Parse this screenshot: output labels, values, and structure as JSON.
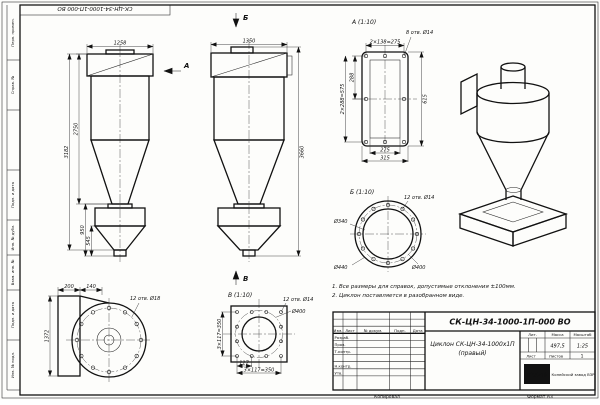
{
  "sheet": {
    "stamp_top": "СК-ЦН-34-1000-1П-000 ВО",
    "margin_labels": [
      "Перв. примен.",
      "Справ. №",
      "Подп. и дата",
      "Инв. № дубл.",
      "Взам. инв. №",
      "Подп. и дата",
      "Инв. № подл."
    ],
    "footer": {
      "kopiroval": "Копировал",
      "format": "Формат А3"
    }
  },
  "views": {
    "front": {
      "dim_width": "1258",
      "dim_h_body": "2750",
      "dim_h_total": "3182",
      "dim_hopper": "950",
      "dim_cone": "545"
    },
    "side": {
      "dim_width": "1350",
      "dim_height": "3660"
    },
    "arrows": {
      "a": "А",
      "b": "Б",
      "v": "В"
    },
    "detail_a": {
      "title": "А (1:10)",
      "dim_top": "2×138=275",
      "holes": "8 отв. Ø14",
      "dim_left_1": "288",
      "dim_left_2": "2×288=575",
      "dim_right": "615",
      "dim_bottom_1": "275",
      "dim_bottom_2": "315"
    },
    "detail_b": {
      "title": "Б (1:10)",
      "holes": "12 отв. Ø14",
      "dia_inner": "Ø340",
      "dia_outer": "Ø440",
      "dia_bolt": "Ø400"
    },
    "view_v": {
      "title": "В (1:10)",
      "holes": "12 отв. Ø14",
      "dia_bolt": "Ø400",
      "dim_left": "3×117=350",
      "dim_bottom_1": "117",
      "dim_bottom_2": "3×117=350"
    },
    "volute": {
      "dim_1": "200",
      "dim_2": "140",
      "holes": "12 отв. Ø18",
      "dim_height": "1372"
    }
  },
  "notes": {
    "line1": "1. Все размеры для справок, допустимые отклонения ±100мм.",
    "line2": "2. Циклон поставляется в разобранном виде."
  },
  "title_block": {
    "doc_number": "СК-ЦН-34-1000-1П-000 ВО",
    "product_name_1": "Циклон СК-ЦН-34-1000х1П",
    "product_name_2": "(правый)",
    "col_izm": "Изм.",
    "col_list": "Лист",
    "col_doc": "№ докум.",
    "col_podp": "Подп.",
    "col_data": "Дата",
    "row_razrab": "Разраб.",
    "row_prov": "Пров.",
    "row_tkontr": "Т.контр.",
    "row_nkontr": "Н.контр.",
    "row_utv": "Утв.",
    "h_lit": "Лит.",
    "h_mass": "Масса",
    "h_scale": "Масштаб",
    "mass": "497,5",
    "scale": "1:25",
    "h_sheet": "Лист",
    "h_sheets": "Листов",
    "sheets_value": "1",
    "logo": "KVZR",
    "company": "Копейский завод ВЗР"
  }
}
